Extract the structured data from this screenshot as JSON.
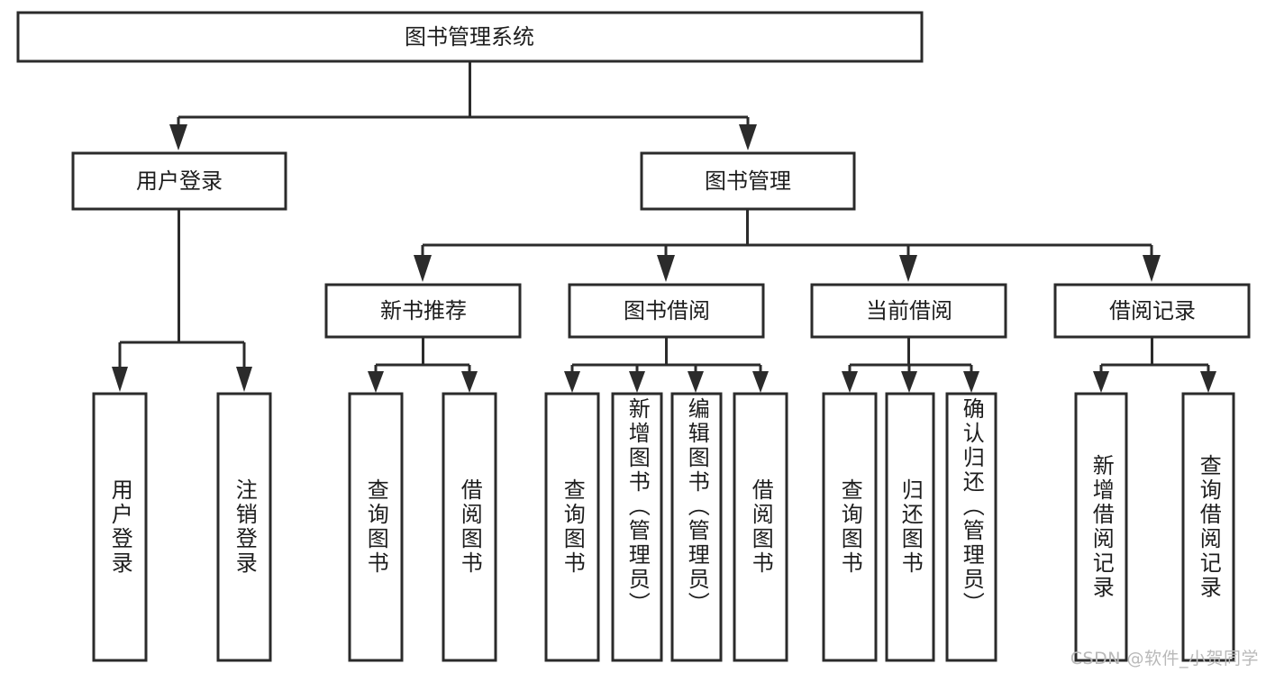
{
  "diagram": {
    "title": "图书管理系统",
    "type": "tree-hierarchy-diagram",
    "background_color": "#ffffff",
    "stroke_color": "#2b2b2b",
    "text_color": "#1d1d1d",
    "root": {
      "label": "图书管理系统"
    },
    "level2": [
      {
        "label": "用户登录"
      },
      {
        "label": "图书管理"
      }
    ],
    "level3": [
      {
        "label": "新书推荐"
      },
      {
        "label": "图书借阅"
      },
      {
        "label": "当前借阅"
      },
      {
        "label": "借阅记录"
      }
    ],
    "leaves": {
      "user_login": [
        {
          "label": "用户登录"
        },
        {
          "label": "注销登录"
        }
      ],
      "new_book_recommend": [
        {
          "label": "查询图书"
        },
        {
          "label": "借阅图书"
        }
      ],
      "book_borrow": [
        {
          "label": "查询图书"
        },
        {
          "label": "新增图书（管理员）"
        },
        {
          "label": "编辑图书（管理员）"
        },
        {
          "label": "借阅图书"
        }
      ],
      "current_borrow": [
        {
          "label": "查询图书"
        },
        {
          "label": "归还图书"
        },
        {
          "label": "确认归还（管理员）"
        }
      ],
      "borrow_record": [
        {
          "label": "新增借阅记录"
        },
        {
          "label": "查询借阅记录"
        }
      ]
    }
  },
  "watermark": {
    "text": "CSDN @软件_小贺同学"
  }
}
